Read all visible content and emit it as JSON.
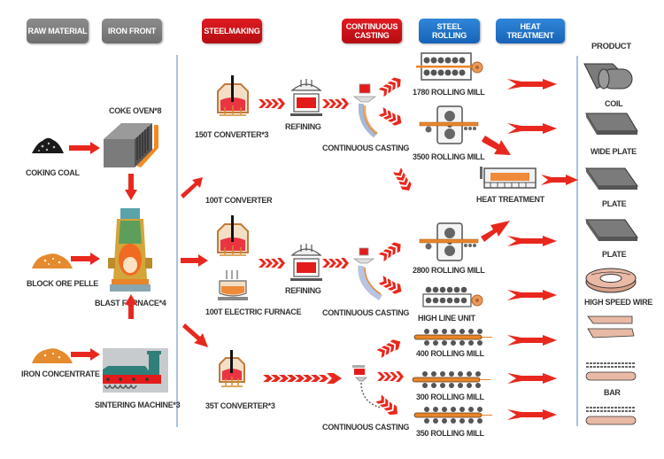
{
  "stages": [
    {
      "label": "RAW MATERIAL",
      "color": "#7d7d7d"
    },
    {
      "label": "IRON FRONT",
      "color": "#7d7d7d"
    },
    {
      "label": "STEELMAKING",
      "color": "#d0121a"
    },
    {
      "label": "CONTINUOUS CASTING",
      "color": "#d0121a"
    },
    {
      "label": "STEEL ROLLING",
      "color": "#1f74c9"
    },
    {
      "label": "HEAT TREATMENT",
      "color": "#1f74c9"
    }
  ],
  "product_header": "PRODUCT",
  "raw_material": {
    "coking_coal": "COKING COAL",
    "block_ore": "BLOCK ORE PELLE",
    "iron_concentrate": "IRON CONCENTRATE"
  },
  "iron_front": {
    "coke_oven": "COKE OVEN*8",
    "blast_furnace": "BLAST FURNACE*4",
    "sintering": "SINTERING MACHINE*3"
  },
  "steelmaking": {
    "converter_150": "150T CONVERTER*3",
    "refining_1": "REFINING",
    "converter_100": "100T CONVERTER",
    "electric_furnace": "100T  ELECTRIC FURNACE",
    "refining_2": "REFINING",
    "converter_35": "35T CONVERTER*3"
  },
  "casting": {
    "cc_1": "CONTINUOUS CASTING",
    "cc_2": "CONTINUOUS CASTING",
    "cc_3": "CONTINUOUS CASTING"
  },
  "rolling": {
    "mill_1780": "1780 ROLLING MILL",
    "mill_3500": "3500 ROLLING MILL",
    "heat_treatment": "HEAT TREATMENT",
    "mill_2800": "2800 ROLLING MILL",
    "high_line": "HIGH LINE UNIT",
    "mill_400": "400 ROLLING MILL",
    "mill_300": "300 ROLLING MILL",
    "mill_350": "350 ROLLING MILL"
  },
  "products": {
    "coil": "COIL",
    "wide_plate": "WIDE PLATE",
    "plate_1": "PLATE",
    "plate_2": "PLATE",
    "high_speed_wire": "HIGH SPEED WIRE",
    "bar": "BAR"
  },
  "colors": {
    "arrow": "#e8281e",
    "molten": "#e8323c",
    "orange": "#e8842a",
    "steel_gray": "#7a7a7a",
    "divider": "#a9c3dc"
  }
}
